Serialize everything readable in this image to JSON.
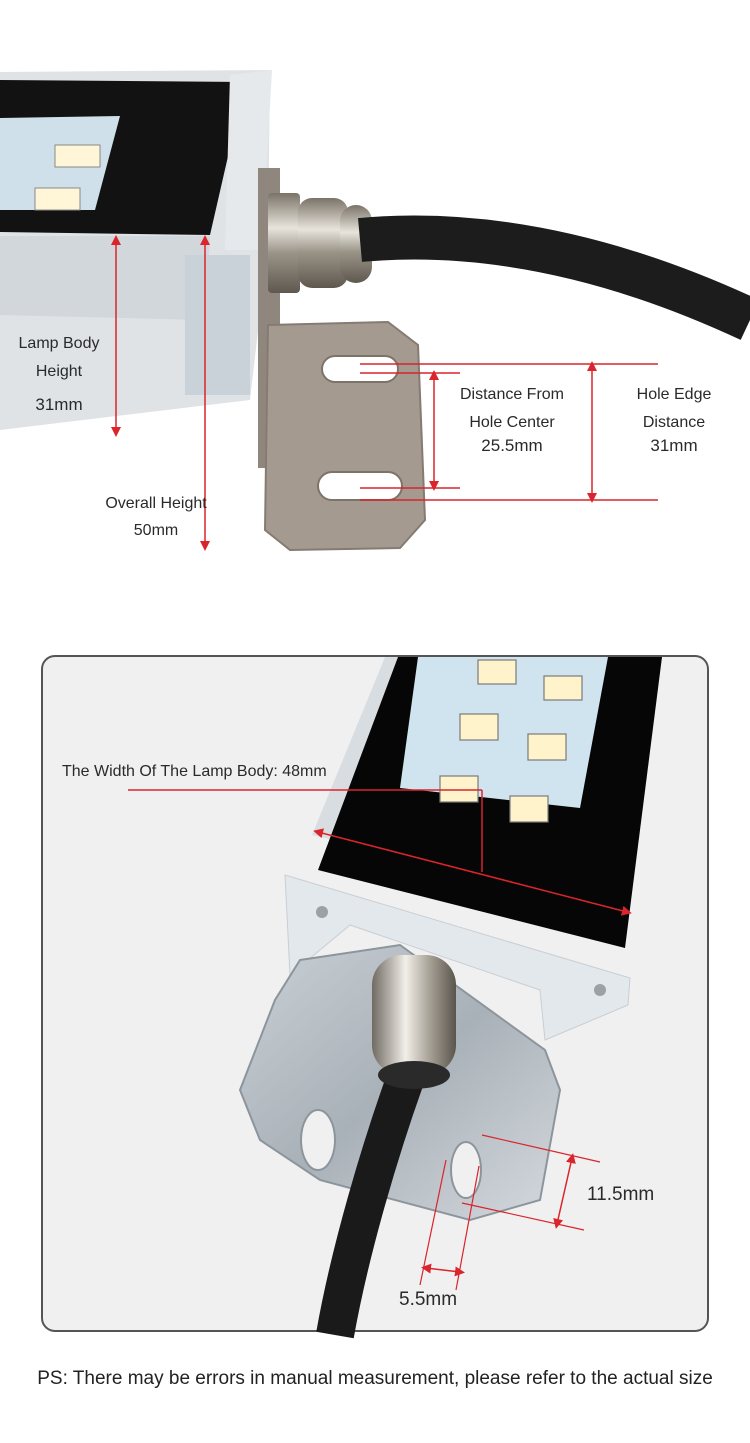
{
  "top_figure": {
    "labels": {
      "lamp_body_height": {
        "line1": "Lamp Body",
        "line2": "Height",
        "value": "31mm"
      },
      "overall_height": {
        "line1": "Overall Height",
        "value": "50mm"
      },
      "hole_center_distance": {
        "line1": "Distance From",
        "line2": "Hole Center",
        "value": "25.5mm"
      },
      "hole_edge_distance": {
        "line1": "Hole Edge",
        "line2": "Distance",
        "value": "31mm"
      }
    },
    "colors": {
      "dimension_line": "#d9252b",
      "housing": "#d9dde0",
      "bracket": "#a59a90",
      "cable": "#1c1c1c"
    }
  },
  "bottom_figure": {
    "labels": {
      "lamp_body_width": "The Width Of The Lamp Body: 48mm",
      "slot_length": "11.5mm",
      "slot_width": "5.5mm"
    },
    "colors": {
      "panel_bg": "#f0f0f0",
      "panel_border": "#555555",
      "dimension_line": "#d9252b"
    }
  },
  "footnote": "PS: There may be errors in manual measurement, please refer to the actual size"
}
